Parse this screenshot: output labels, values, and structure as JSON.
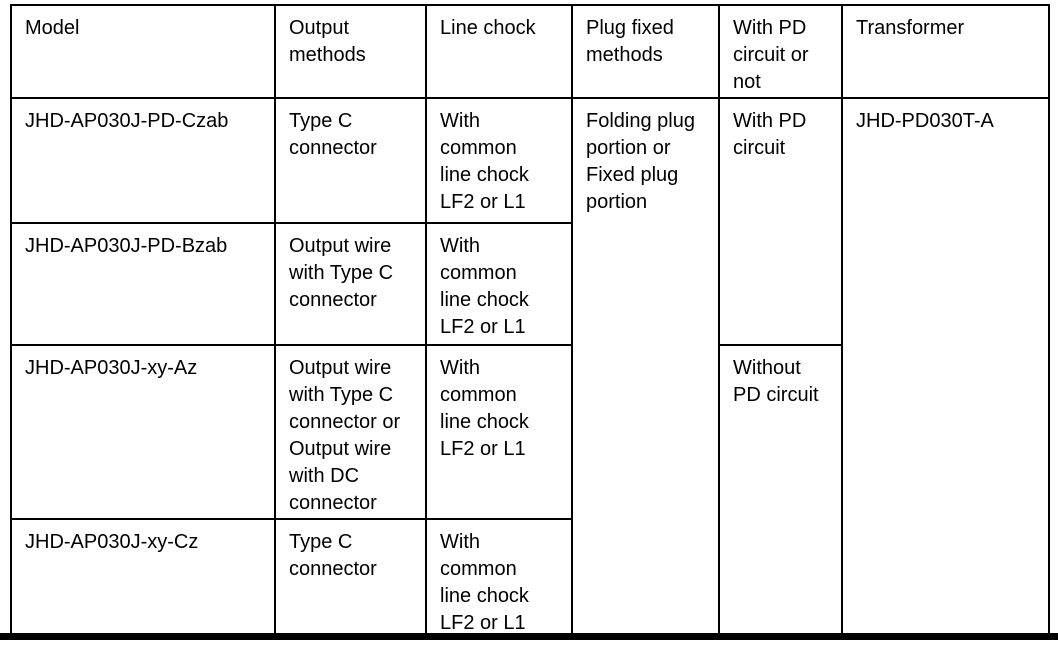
{
  "page": {
    "background_color": "#ffffff",
    "border_color": "#000000",
    "text_color": "#000000"
  },
  "table": {
    "headers": {
      "model": "Model",
      "output_methods": "Output\nmethods",
      "line_chock": "Line chock",
      "plug_fixed_methods": "Plug fixed\nmethods",
      "pd_circuit": "With PD\ncircuit or\nnot",
      "transformer": "Transformer"
    },
    "rows": [
      {
        "model": "JHD-AP030J-PD-Czab",
        "output_methods": "Type C\nconnector",
        "line_chock": "With\ncommon\nline chock\nLF2 or L1"
      },
      {
        "model": "JHD-AP030J-PD-Bzab",
        "output_methods": "Output wire\nwith Type C\nconnector",
        "line_chock": "With\ncommon\nline chock\nLF2 or L1"
      },
      {
        "model": "JHD-AP030J-xy-Az",
        "output_methods": "Output wire\nwith Type C\nconnector or\nOutput wire\nwith DC\nconnector",
        "line_chock": "With\ncommon\nline chock\nLF2 or L1"
      },
      {
        "model": "JHD-AP030J-xy-Cz",
        "output_methods": "Type C\nconnector",
        "line_chock": "With\ncommon\nline chock\nLF2 or L1"
      }
    ],
    "merged_cells": {
      "plug_fixed_methods": "Folding plug\nportion or\nFixed plug\nportion",
      "pd_with": "With PD\ncircuit",
      "pd_without": "Without\nPD circuit",
      "transformer": "JHD-PD030T-A"
    }
  }
}
